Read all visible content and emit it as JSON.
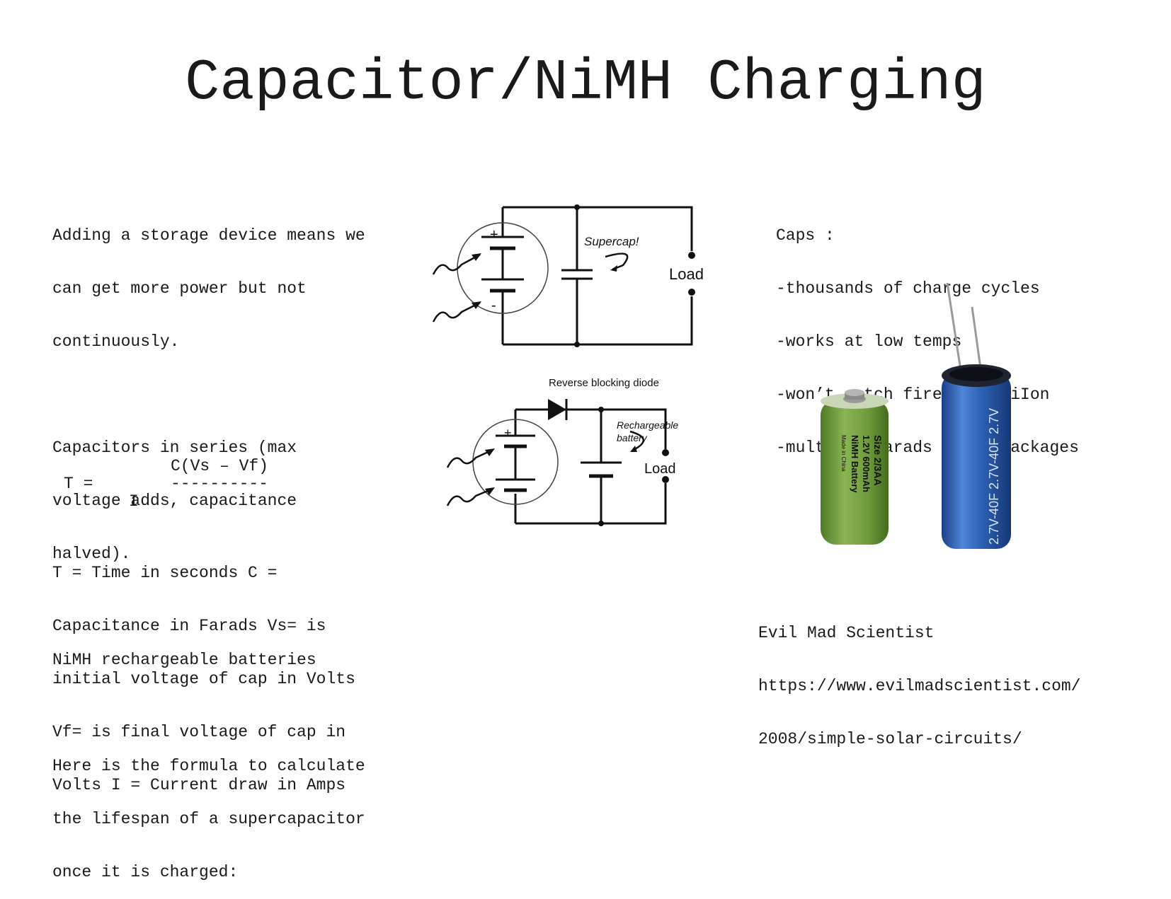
{
  "slide": {
    "title": "Capacitor/NiMH Charging"
  },
  "left_text": {
    "p1": [
      "Adding a storage device means we",
      "can get more power but not",
      "continuously."
    ],
    "p2": [
      "Capacitors in series (max",
      "voltage adds, capacitance",
      "halved)."
    ],
    "p3": [
      "NiMH rechargeable batteries"
    ],
    "p4": [
      "Here is the formula to calculate",
      "the lifespan of a supercapacitor",
      "once it is charged:"
    ]
  },
  "formula": {
    "numerator": "C(Vs – Vf)",
    "lhs": "T =",
    "bar": "----------",
    "denominator": "I"
  },
  "legend": [
    "T = Time in seconds C =",
    "Capacitance in Farads Vs= is",
    "initial voltage of cap in Volts",
    "Vf= is final voltage of cap in",
    "Volts I = Current draw in Amps"
  ],
  "caps_list": [
    "Caps :",
    "-thousands of charge cycles",
    "-works at low temps",
    "-won’t catch fire like LiIon",
    "-multiple Farads in sm packages"
  ],
  "credit": [
    "Evil Mad Scientist",
    "https://www.evilmadscientist.com/",
    "2008/simple-solar-circuits/"
  ],
  "diagram1": {
    "supercap_label": "Supercap!",
    "load_label": "Load",
    "plus": "+",
    "minus": "-"
  },
  "diagram2": {
    "diode_label": "Reverse blocking diode",
    "battery_label_1": "Rechargeable",
    "battery_label_2": "battery",
    "load_label": "Load",
    "plus": "+",
    "minus": "-"
  },
  "photo_battery": {
    "line1": "Size 2/3AA",
    "line2": "1.2V 600mAh",
    "line3": "NiMH Battery",
    "line4": "Made in China"
  },
  "photo_capacitor": {
    "label": "2.7V-40F  2.7V-40F  2.7V"
  },
  "colors": {
    "battery_green": "#6f9a3c",
    "capacitor_blue": "#2e63b8",
    "text": "#1a1a1a"
  }
}
